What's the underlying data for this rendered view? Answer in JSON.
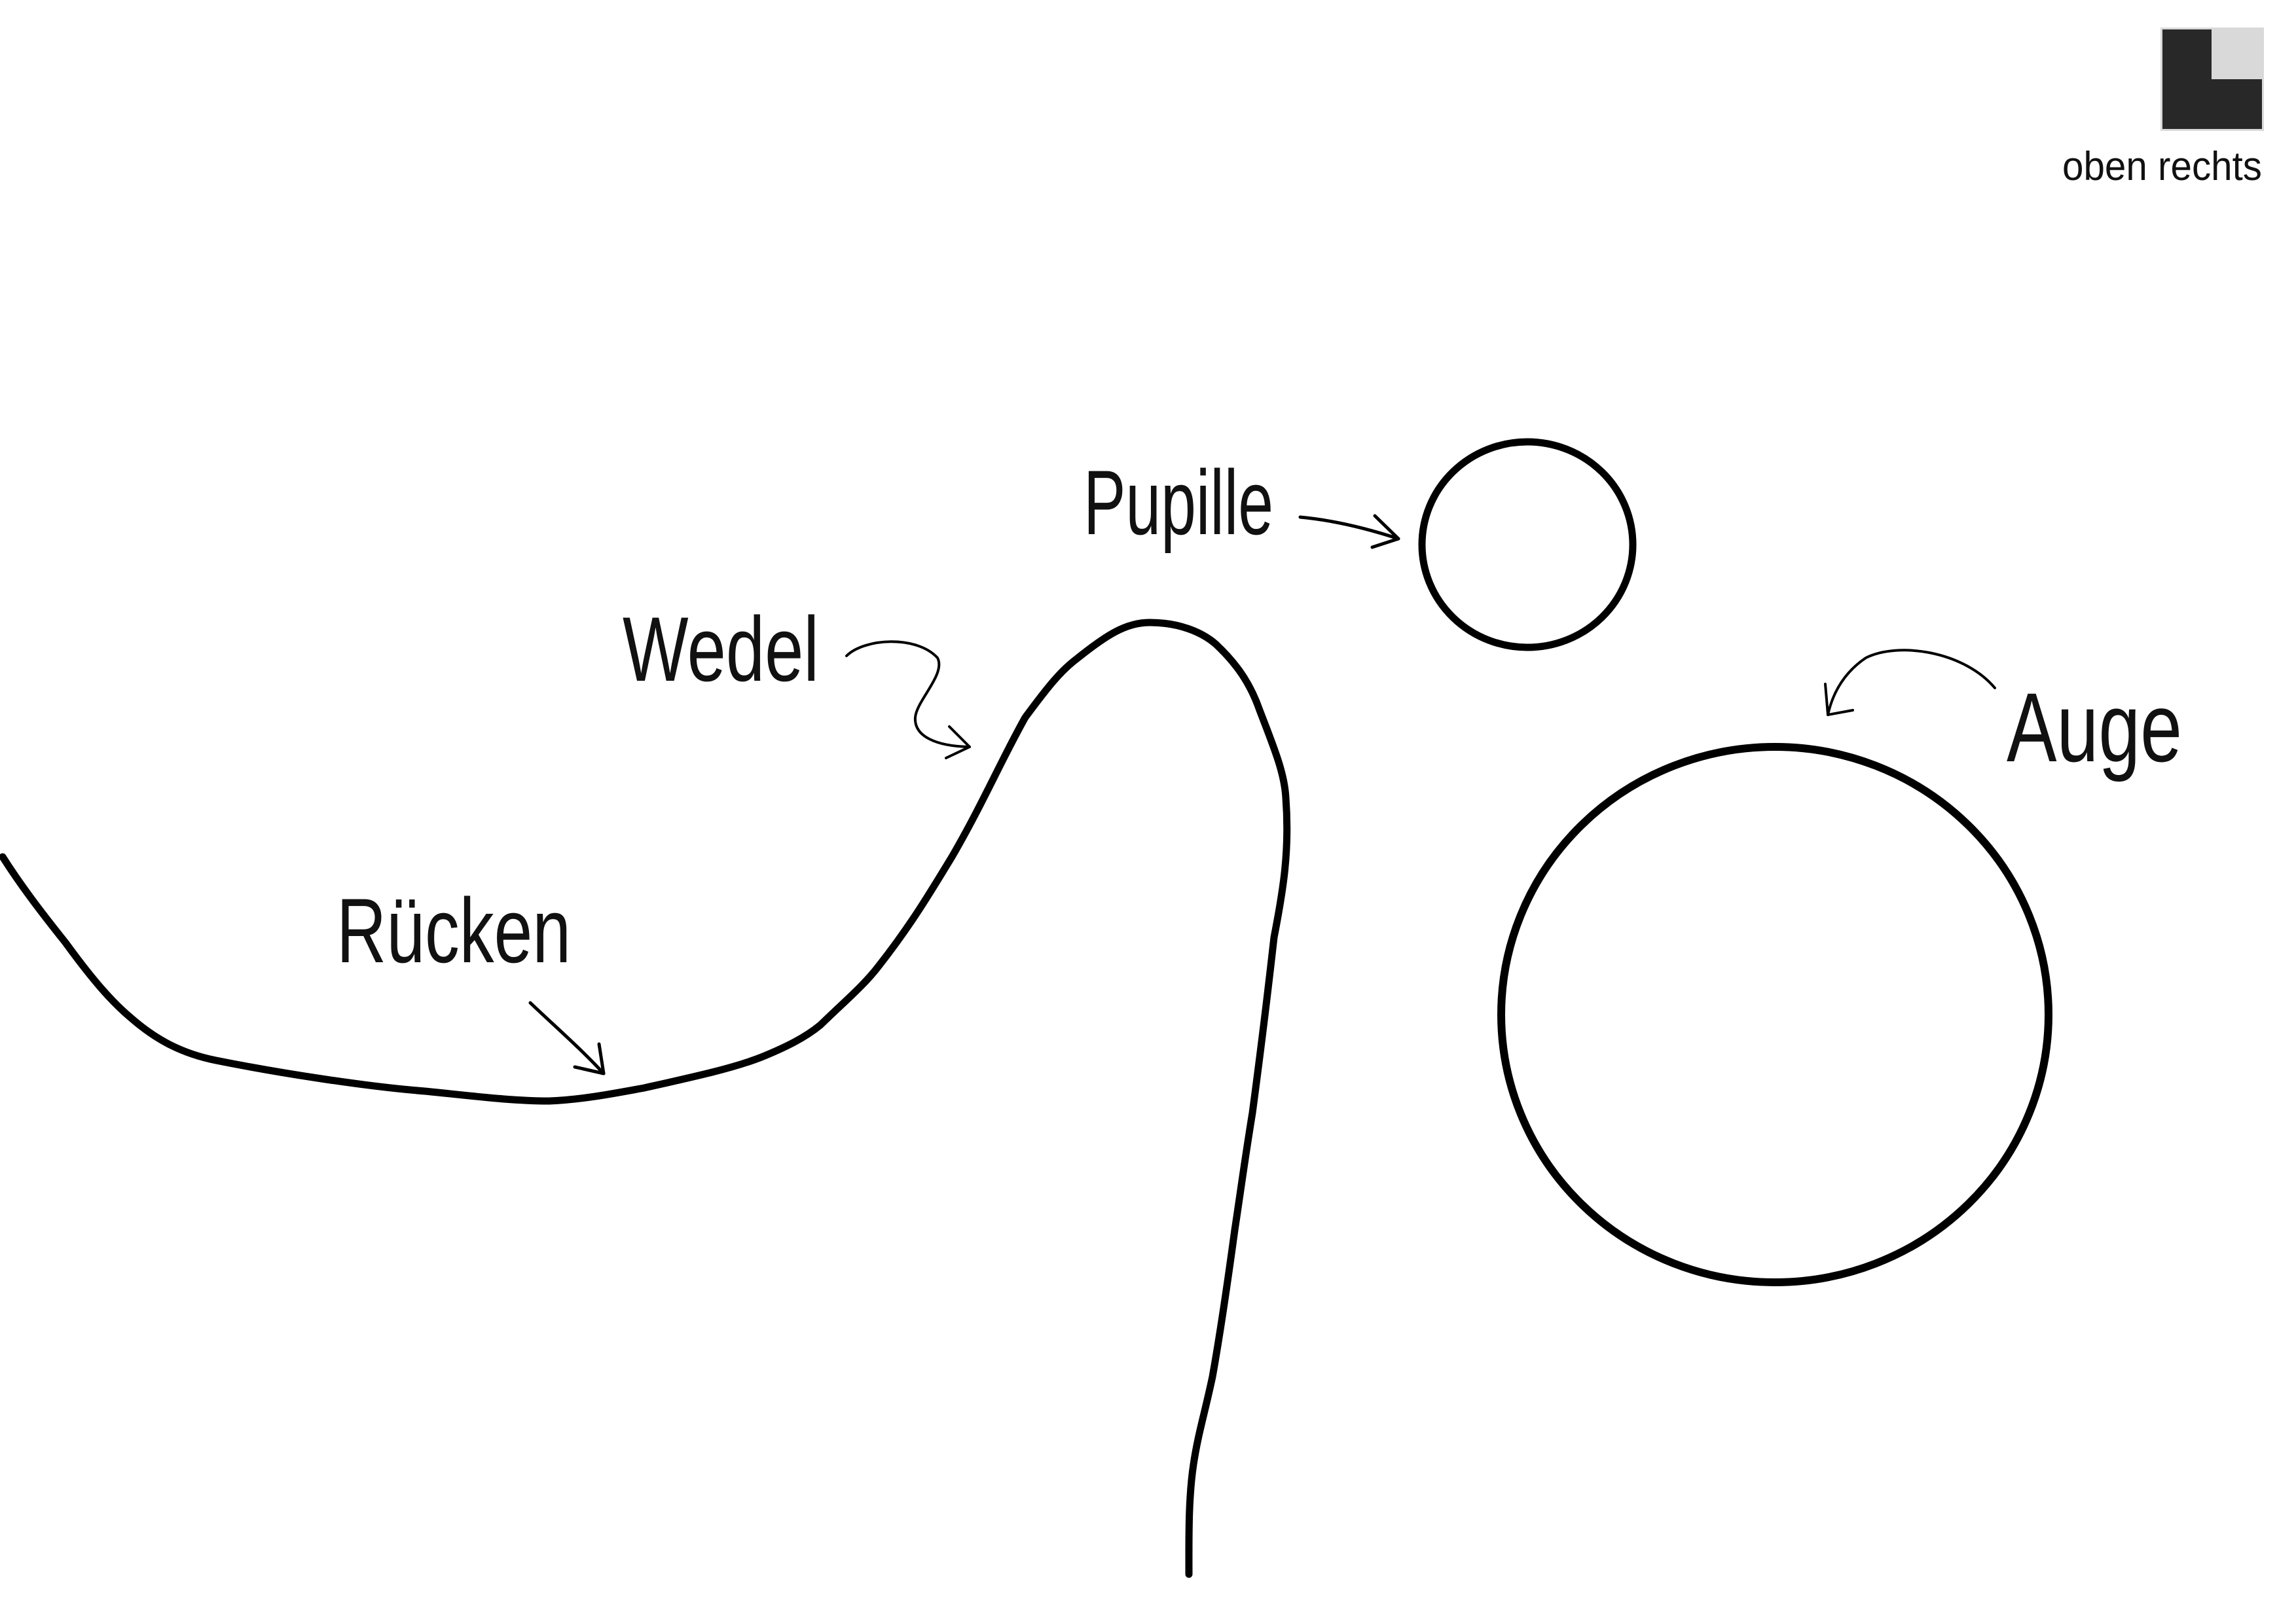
{
  "logo": {
    "caption": "oben rechts",
    "dark_color": "#282828",
    "light_color": "#d9d9d9"
  },
  "labels": {
    "pupille": "Pupille",
    "wedel": "Wedel",
    "ruecken": "Rücken",
    "auge": "Auge"
  }
}
